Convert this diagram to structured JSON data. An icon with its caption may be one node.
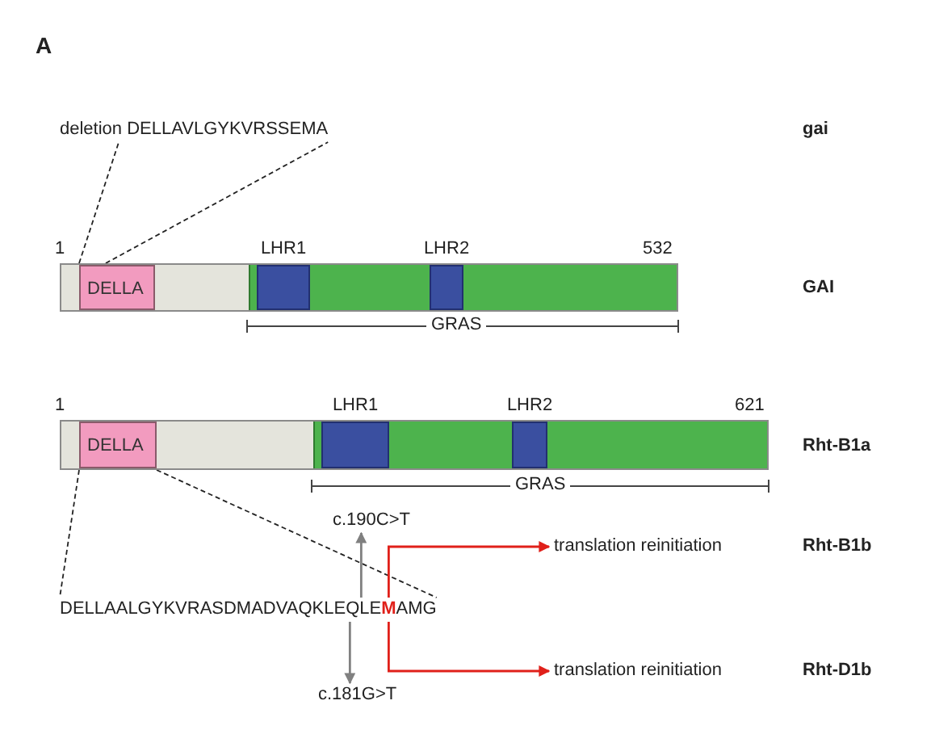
{
  "diagram": {
    "nodes": [
      {
        "text": [
          "deletion DELLAVLGYKVRSSEMA"
        ]
      },
      {
        "text": [],
        "shape": "bar"
      },
      {
        "text": [
          "DELLA"
        ],
        "in": 1
      },
      {
        "text": [
          "LHR1"
        ],
        "in": 1
      },
      {
        "text": [
          "LHR2"
        ],
        "in": 1
      },
      {
        "text": [],
        "shape": "bar"
      },
      {
        "text": [
          "DELLA"
        ],
        "in": 5
      },
      {
        "text": [
          "LHR1"
        ],
        "in": 5
      },
      {
        "text": [
          "LHR2"
        ],
        "in": 5
      },
      {
        "text": [
          "DELLAALGYKVRASDMADVAQKLEQLE**M**AMG"
        ]
      },
      {
        "text": [
          "c.190C>T"
        ]
      },
      {
        "text": [
          "c.181G>T"
        ]
      },
      {
        "text": [
          "translation reinitiation"
        ]
      },
      {
        "text": [
          "translation reinitiation"
        ]
      }
    ],
    "edges": [
      {
        "from": 2,
        "to": 0,
        "arrow": "none",
        "style": "dashed"
      },
      {
        "from": 2,
        "to": 0,
        "arrow": "none",
        "style": "dashed"
      },
      {
        "from": 6,
        "to": 9,
        "arrow": "none",
        "style": "dashed"
      },
      {
        "from": 6,
        "to": 9,
        "arrow": "none",
        "style": "dashed"
      },
      {
        "from": 9,
        "to": 10,
        "arrow": "to",
        "color": "#808080"
      },
      {
        "from": 9,
        "to": 11,
        "arrow": "to",
        "color": "#808080"
      },
      {
        "from": 9,
        "to": 12,
        "arrow": "to",
        "color": "#e0201a"
      },
      {
        "from": 9,
        "to": 13,
        "arrow": "to",
        "color": "#e0201a"
      }
    ],
    "labels": [
      "A",
      "gai",
      "1",
      "532",
      "GAI",
      "GRAS",
      "1",
      "621",
      "Rht-B1a",
      "GRAS",
      "Rht-B1b",
      "Rht-D1b"
    ]
  }
}
